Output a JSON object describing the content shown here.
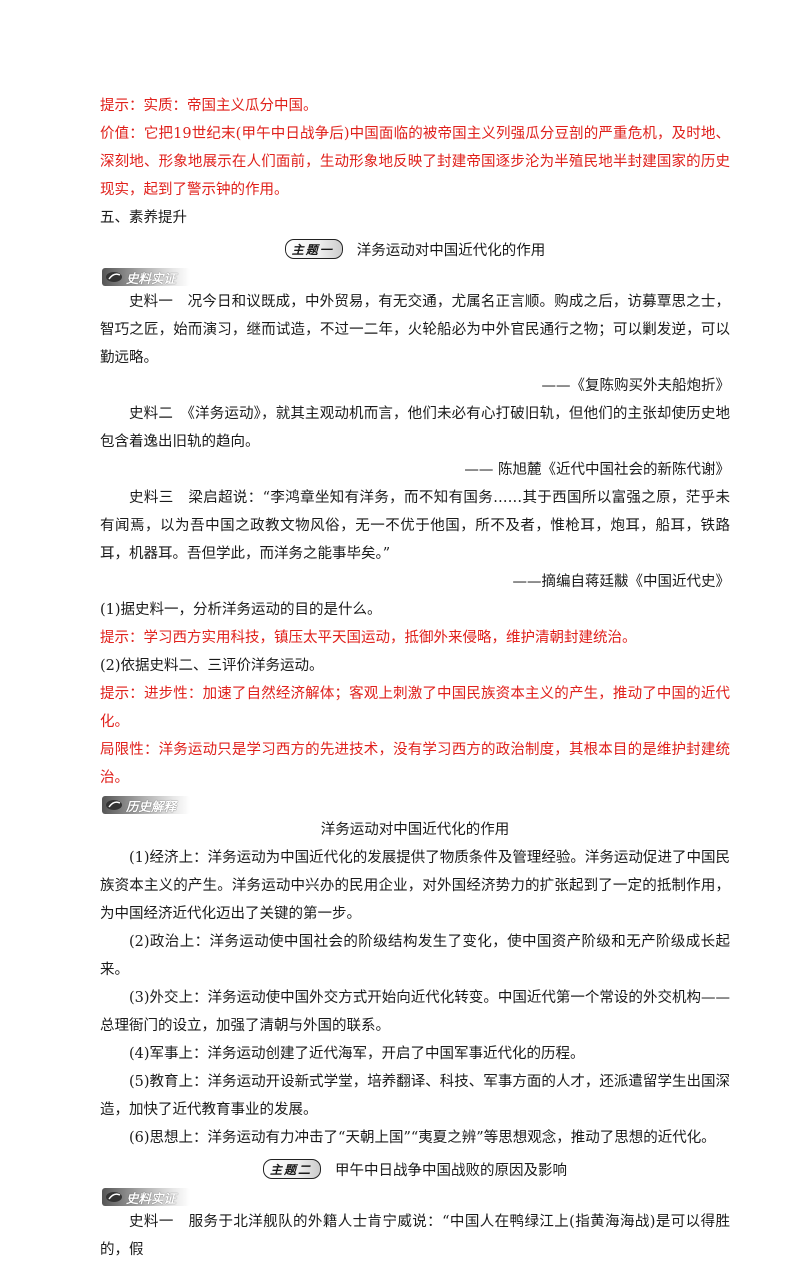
{
  "hint_block": {
    "line1": "提示：实质：帝国主义瓜分中国。",
    "line2": "价值：它把19世纪末(甲午中日战争后)中国面临的被帝国主义列强瓜分豆剖的严重危机，及时地、深刻地、形象地展示在人们面前，生动形象地反映了封建帝国逐步沦为半殖民地半封建国家的历史现实，起到了警示钟的作用。"
  },
  "section_title": "五、素养提升",
  "topic1": {
    "badge": "主题一",
    "title": "洋务运动对中国近代化的作用",
    "tag_sources": "史料实证",
    "source1": "史料一　况今日和议既成，中外贸易，有无交通，尤属名正言顺。购成之后，访募覃思之士，智巧之匠，始而演习，继而试造，不过一二年，火轮船必为中外官民通行之物；可以剿发逆，可以勤远略。",
    "source1_cite": "——《复陈购买外夫船炮折》",
    "source2": "史料二　《洋务运动》，就其主观动机而言，他们未必有心打破旧轨，但他们的主张却使历史地包含着逸出旧轨的趋向。",
    "source2_cite": "—— 陈旭麓《近代中国社会的新陈代谢》",
    "source3": "史料三　梁启超说：“李鸿章坐知有洋务，而不知有国务……其于西国所以富强之原，茫乎未有闻焉，以为吾中国之政教文物风俗，无一不优于他国，所不及者，惟枪耳，炮耳，船耳，铁路耳，机器耳。吾但学此，而洋务之能事毕矣。”",
    "source3_cite": "——摘编自蒋廷黻《中国近代史》",
    "q1": "(1)据史料一，分析洋务运动的目的是什么。",
    "a1": "提示：学习西方实用科技，镇压太平天国运动，抵御外来侵略，维护清朝封建统治。",
    "q2": "(2)依据史料二、三评价洋务运动。",
    "a2_line1": "提示：进步性：加速了自然经济解体；客观上刺激了中国民族资本主义的产生，推动了中国的近代化。",
    "a2_line2": "局限性：洋务运动只是学习西方的先进技术，没有学习西方的政治制度，其根本目的是维护封建统治。",
    "tag_explain": "历史解释",
    "explain_title": "洋务运动对中国近代化的作用",
    "points": [
      "(1)经济上：洋务运动为中国近代化的发展提供了物质条件及管理经验。洋务运动促进了中国民族资本主义的产生。洋务运动中兴办的民用企业，对外国经济势力的扩张起到了一定的抵制作用，为中国经济近代化迈出了关键的第一步。",
      "(2)政治上：洋务运动使中国社会的阶级结构发生了变化，使中国资产阶级和无产阶级成长起来。",
      "(3)外交上：洋务运动使中国外交方式开始向近代化转变。中国近代第一个常设的外交机构——总理衙门的设立，加强了清朝与外国的联系。",
      "(4)军事上：洋务运动创建了近代海军，开启了中国军事近代化的历程。",
      "(5)教育上：洋务运动开设新式学堂，培养翻译、科技、军事方面的人才，还派遣留学生出国深造，加快了近代教育事业的发展。",
      "(6)思想上：洋务运动有力冲击了“天朝上国”“夷夏之辨”等思想观念，推动了思想的近代化。"
    ]
  },
  "topic2": {
    "badge": "主题二",
    "title": "甲午中日战争中国战败的原因及影响",
    "tag_sources": "史料实证",
    "source1": "史料一　服务于北洋舰队的外籍人士肯宁威说：“中国人在鸭绿江上(指黄海海战)是可以得胜的，假"
  }
}
